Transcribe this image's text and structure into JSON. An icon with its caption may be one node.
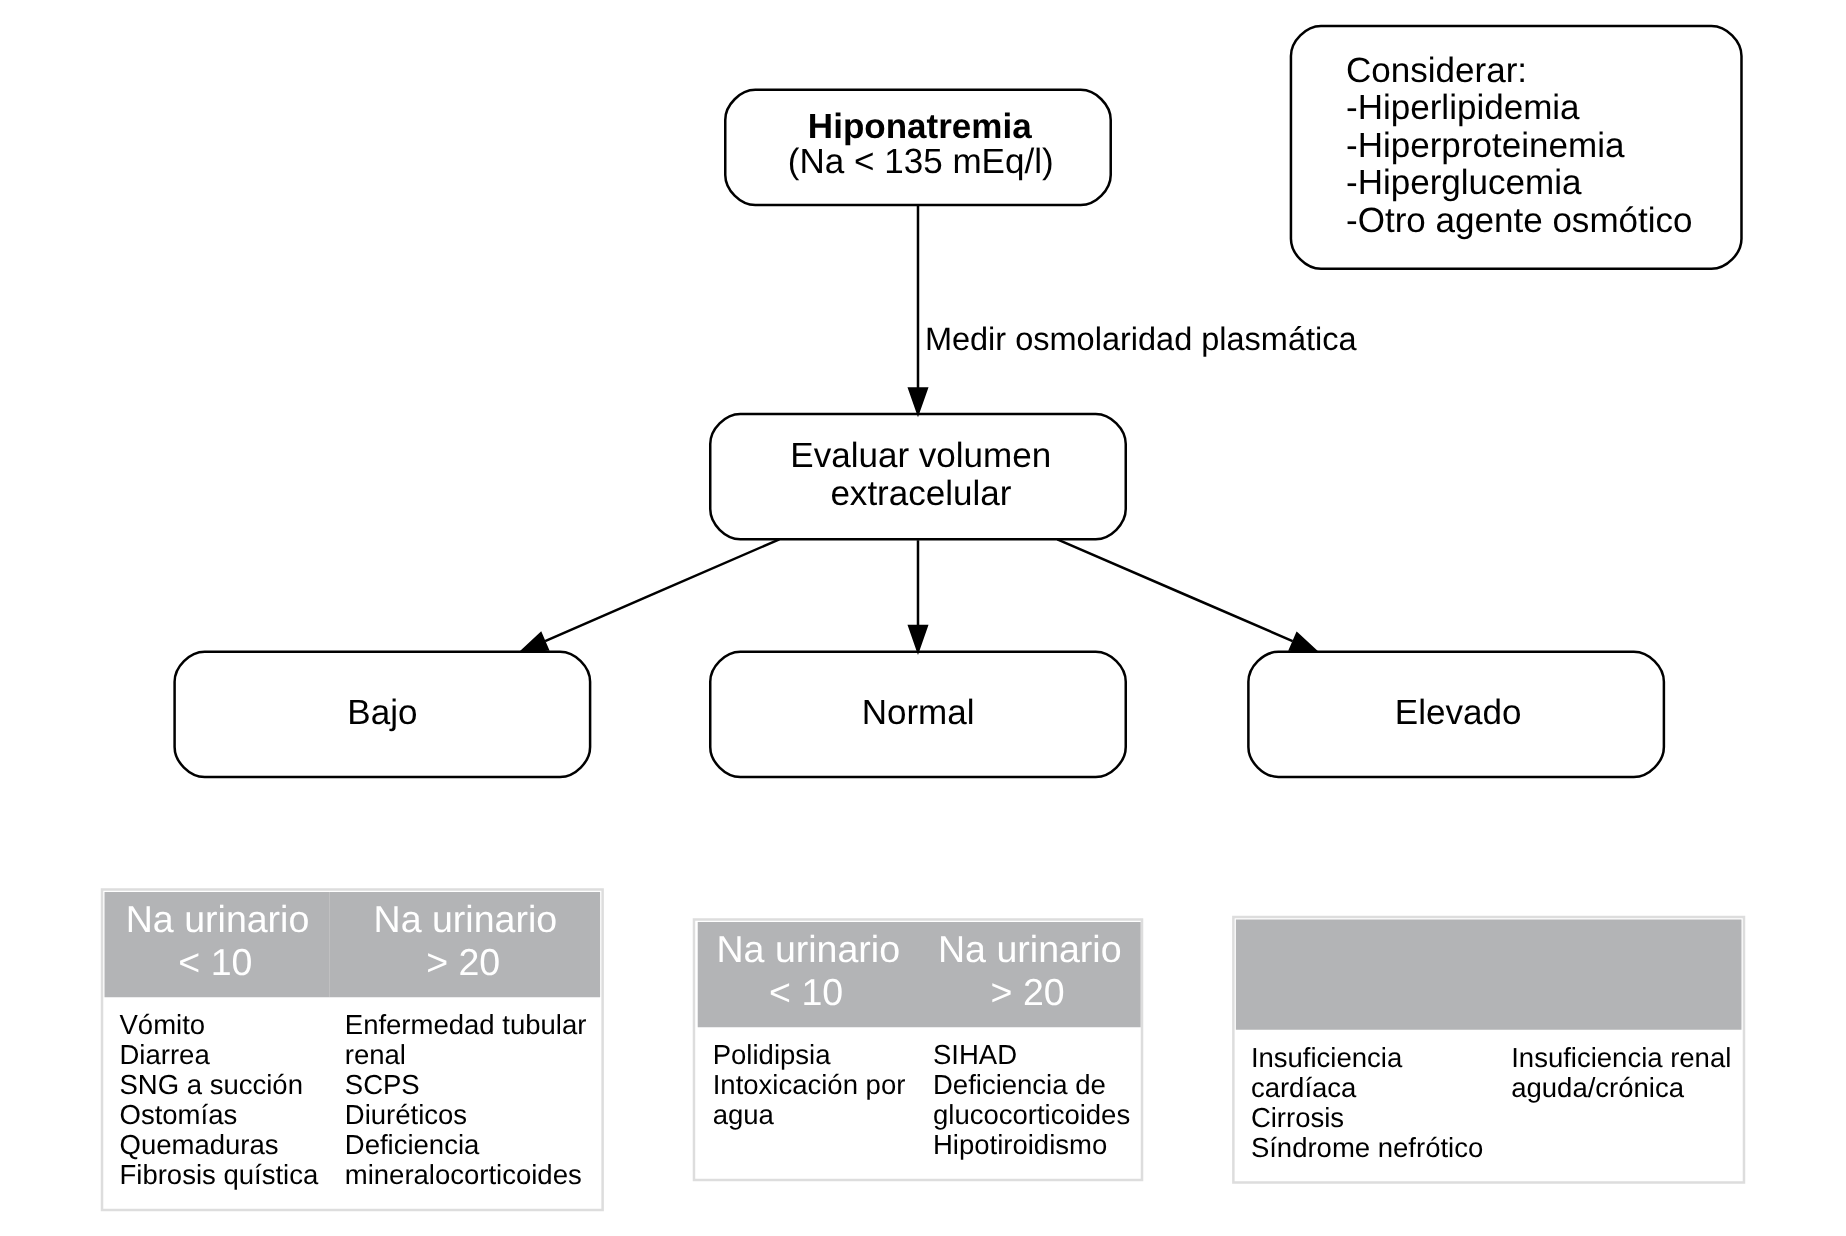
{
  "diagram": {
    "nodes": [
      {
        "text": [
          "Hiponatremia",
          "(Na < 135 mEq/l)"
        ]
      },
      {
        "text": [
          "Considerar:",
          "-Hiperlipidemia",
          "-Hiperproteinemia",
          "-Hiperglucemia",
          "-Otro agente osmótico"
        ]
      },
      {
        "text": [
          "Evaluar volumen extracelular"
        ]
      },
      {
        "text": [
          "Bajo"
        ]
      },
      {
        "text": [
          "Normal"
        ]
      },
      {
        "text": [
          "Elevado"
        ]
      },
      {
        "text": [
          "Na urinario < 10",
          "Na urinario > 20",
          "Vómito",
          "Diarrea",
          "SNG a succión",
          "Ostomías",
          "Quemaduras",
          "Fibrosis quística",
          "Enfermedad tubular renal",
          "SCPS",
          "Diuréticos",
          "Deficiencia mineralocorticoides"
        ]
      },
      {
        "text": [
          "Na urinario < 10",
          "Na urinario > 20",
          "Polidipsia",
          "Intoxicación por agua",
          "SIHAD",
          "Deficiencia de glucocorticoides",
          "Hipotiroidismo"
        ]
      },
      {
        "text": [
          "Insuficiencia cardíaca",
          "Cirrosis",
          "Síndrome nefrótico",
          "Insuficiencia renal aguda/crónica"
        ]
      }
    ],
    "edges": [
      {
        "from": 0,
        "to": 2,
        "arrow": "to",
        "label": "Medir osmolaridad plasmática"
      },
      {
        "from": 2,
        "to": 3,
        "arrow": "to"
      },
      {
        "from": 2,
        "to": 4,
        "arrow": "to"
      },
      {
        "from": 2,
        "to": 5,
        "arrow": "to"
      }
    ]
  }
}
